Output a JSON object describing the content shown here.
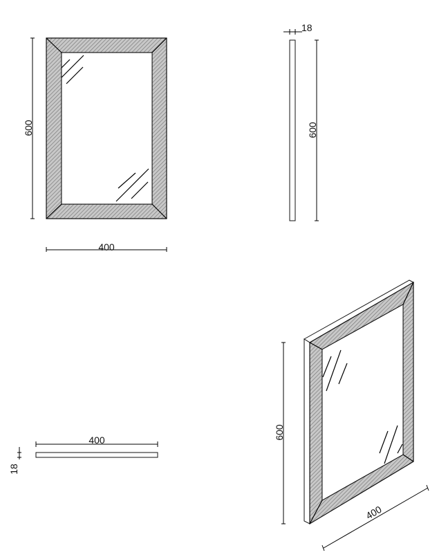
{
  "views": {
    "front": {
      "height_label": "600",
      "width_label": "400"
    },
    "side": {
      "thickness_label": "18",
      "height_label": "600"
    },
    "top": {
      "width_label": "400",
      "thickness_label": "18"
    },
    "isometric": {
      "height_label": "600",
      "width_label": "400"
    }
  },
  "colors": {
    "line": "#111111",
    "hatch": "#9a9a9a",
    "background": "#ffffff"
  }
}
